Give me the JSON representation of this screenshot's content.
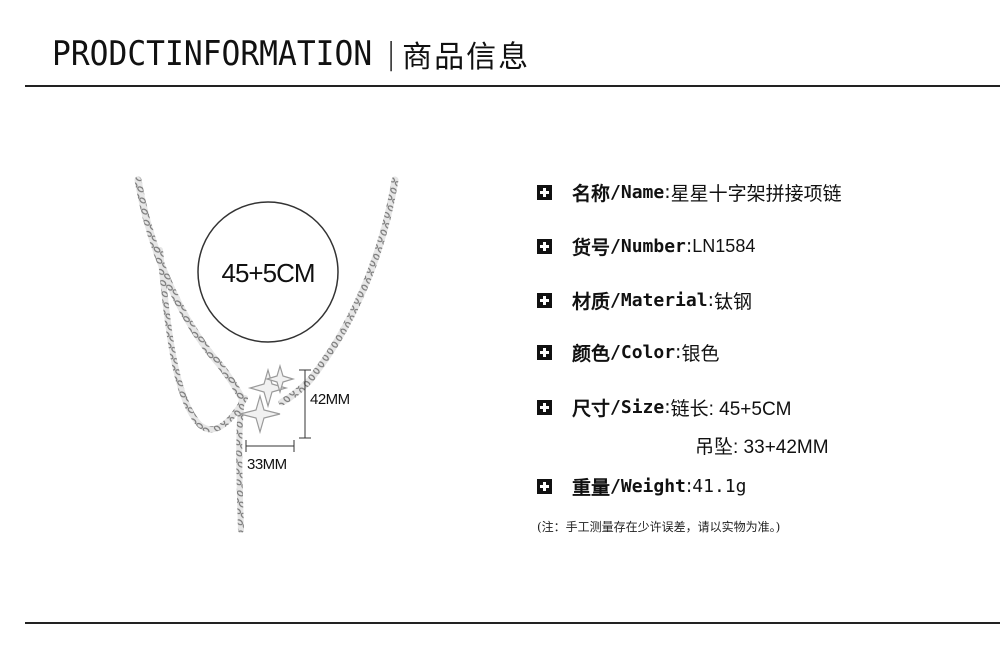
{
  "header": {
    "title_en": "PRODCTINFORMATION",
    "separator": "|",
    "title_cn": "商品信息"
  },
  "product_image": {
    "chain_length_badge": "45+5CM",
    "pendant_height_label": "42MM",
    "pendant_width_label": "33MM"
  },
  "specs": [
    {
      "label_cn": "名称",
      "label_en": "/Name",
      "colon": ":",
      "value": "星星十字架拼接项链"
    },
    {
      "label_cn": "货号",
      "label_en": "/Number",
      "colon": ":",
      "value": "LN1584"
    },
    {
      "label_cn": "材质",
      "label_en": "/Material",
      "colon": ":",
      "value": "钛钢"
    },
    {
      "label_cn": "颜色",
      "label_en": "/Color",
      "colon": ":",
      "value": "银色"
    },
    {
      "label_cn": "尺寸",
      "label_en": "/Size",
      "colon": ":",
      "value": "链长: 45+5CM",
      "value2": "吊坠: 33+42MM"
    },
    {
      "label_cn": "重量",
      "label_en": "/Weight",
      "colon": ":",
      "value": "41.1g"
    }
  ],
  "note": "(注：手工测量存在少许误差，请以实物为准。)",
  "colors": {
    "text": "#111111",
    "rule": "#222222",
    "background": "#ffffff"
  }
}
